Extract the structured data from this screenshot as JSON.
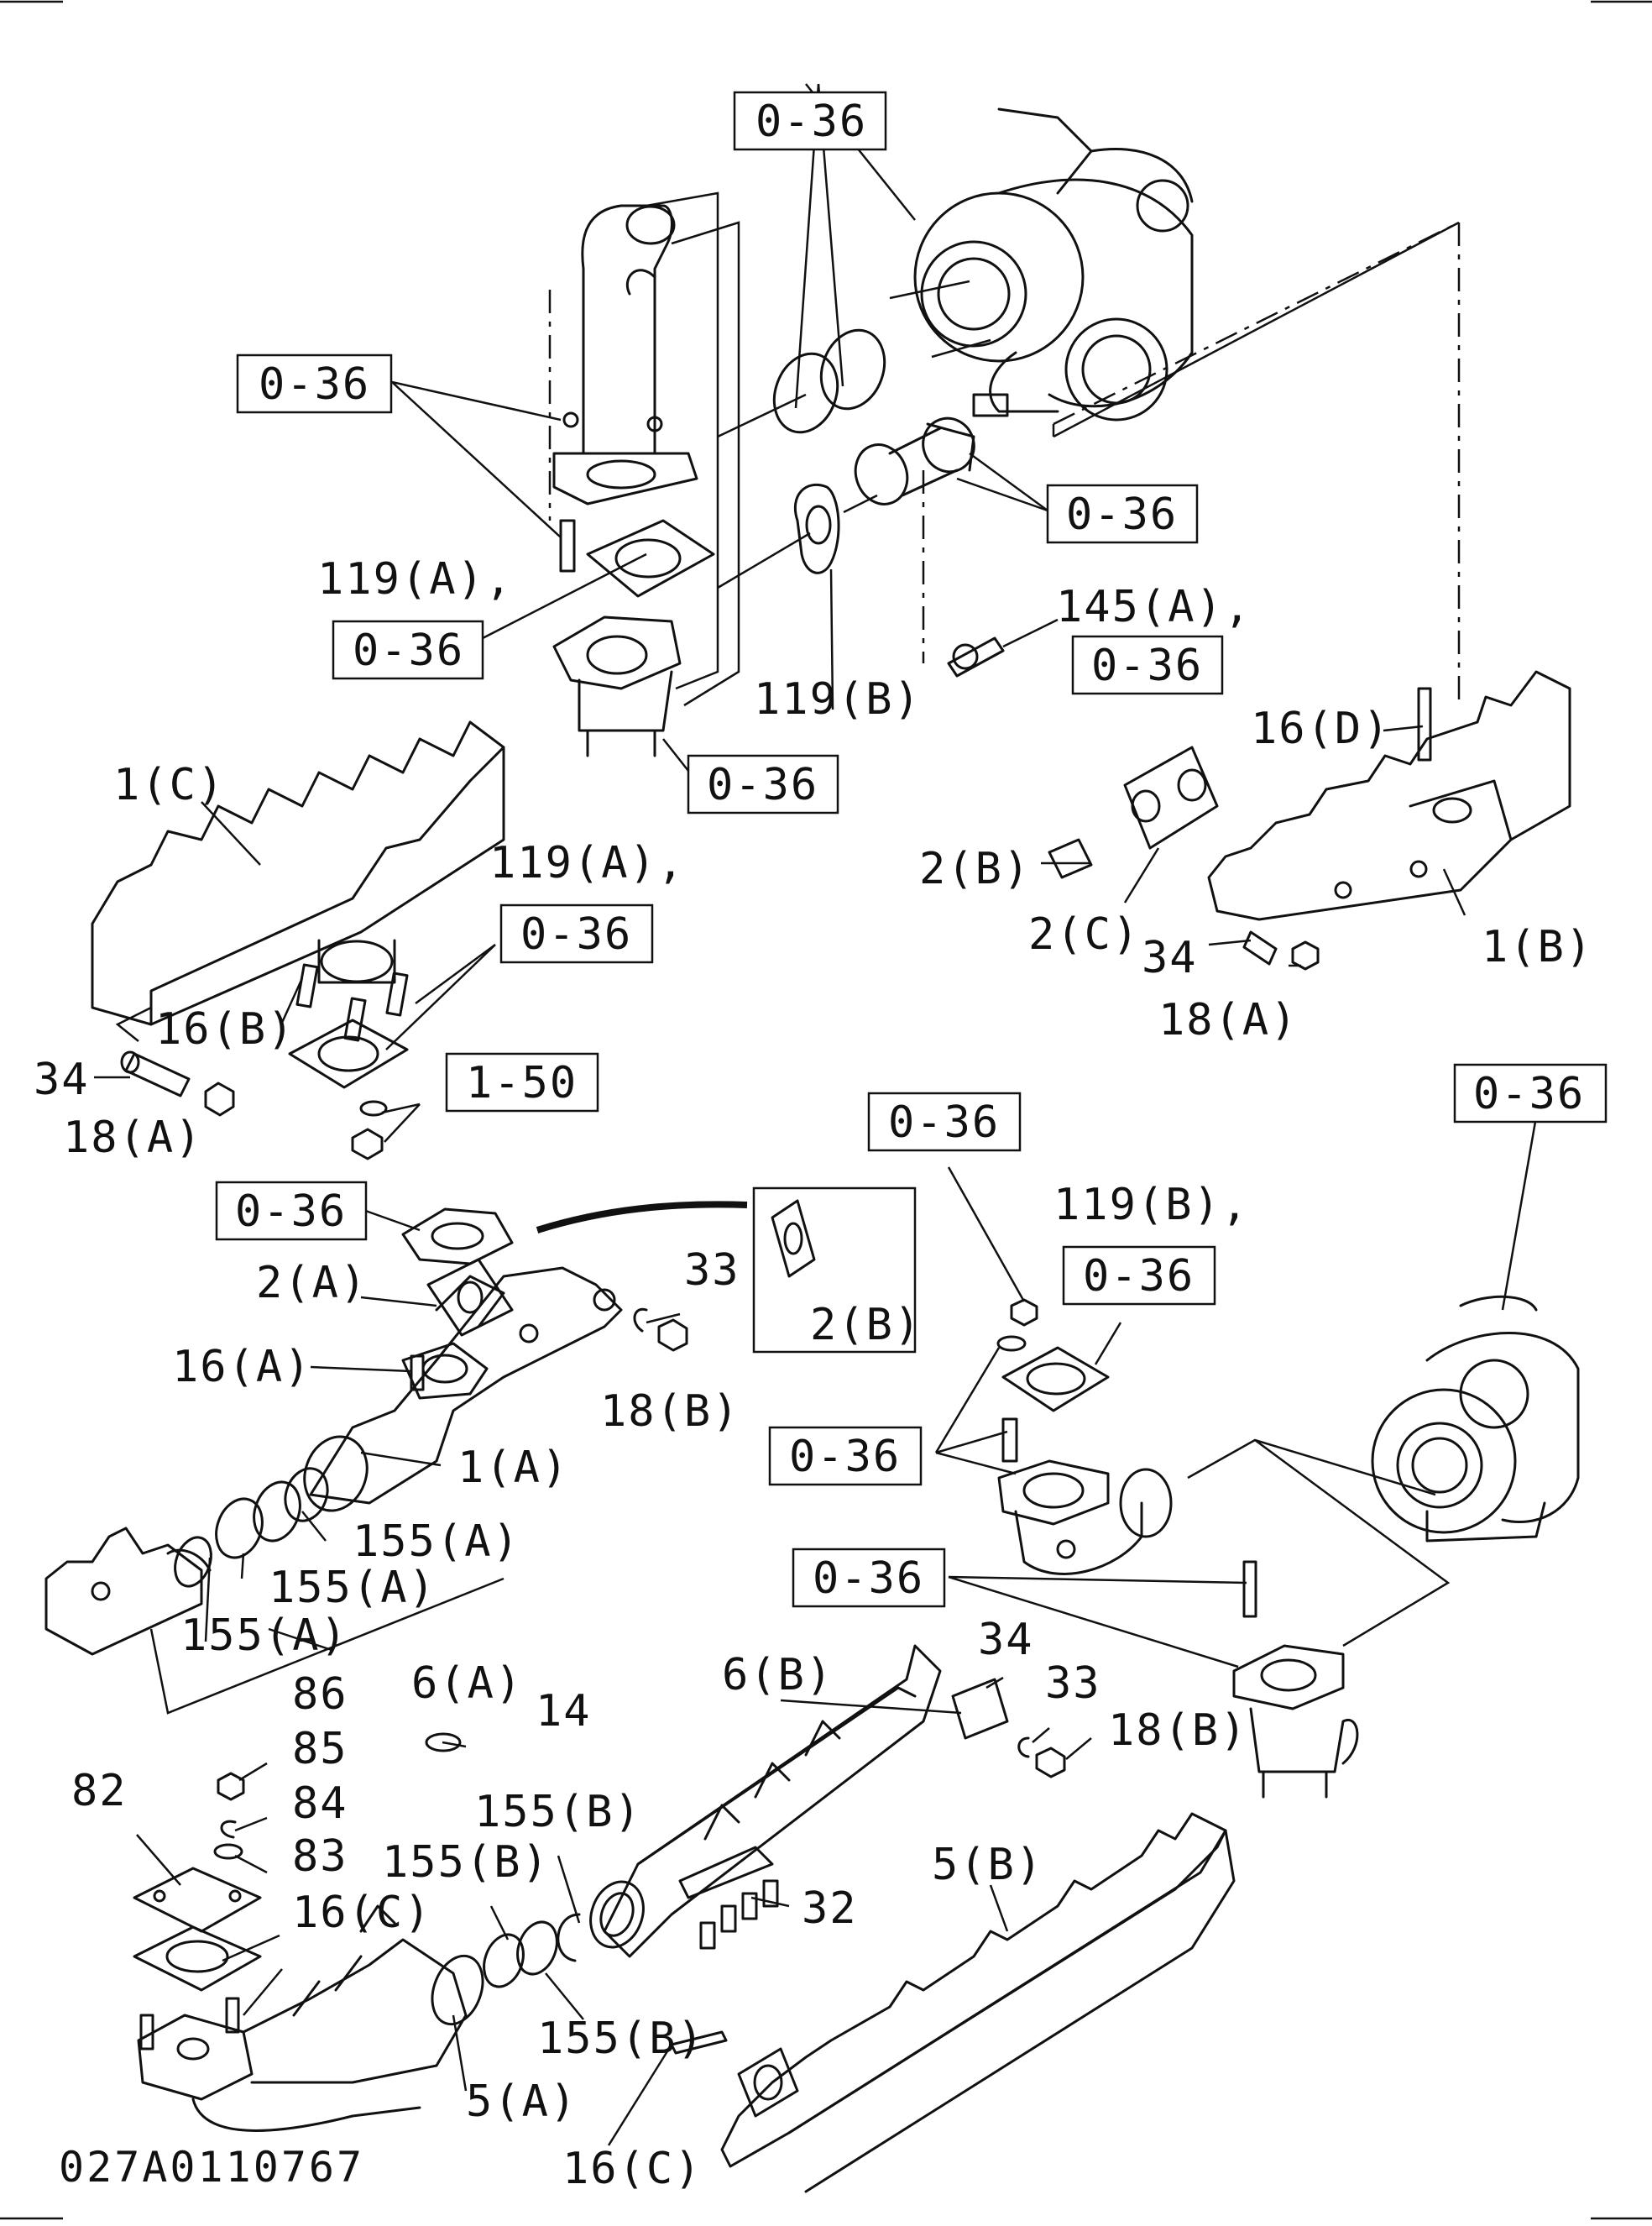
{
  "diagram_id": "027A0110767",
  "ref_tag": "0-36",
  "ref_tag_alt": "1-50",
  "labels": {
    "p119a": "119(A),",
    "p119b": "119(B)",
    "p119b_comma": "119(B),",
    "p145a": "145(A),",
    "p16d": "16(D)",
    "p16b": "16(B)",
    "p16a": "16(A)",
    "p16c": "16(C)",
    "p1c": "1(C)",
    "p1b": "1(B)",
    "p1a": "1(A)",
    "p2b": "2(B)",
    "p2c": "2(C)",
    "p2a": "2(A)",
    "p34": "34",
    "p18a": "18(A)",
    "p18b": "18(B)",
    "p33": "33",
    "p155a": "155(A)",
    "p155b": "155(B)",
    "p6a": "6(A)",
    "p6b": "6(B)",
    "p5a": "5(A)",
    "p5b": "5(B)",
    "p14": "14",
    "p32": "32",
    "p82": "82",
    "p83": "83",
    "p84": "84",
    "p85": "85",
    "p86": "86"
  }
}
